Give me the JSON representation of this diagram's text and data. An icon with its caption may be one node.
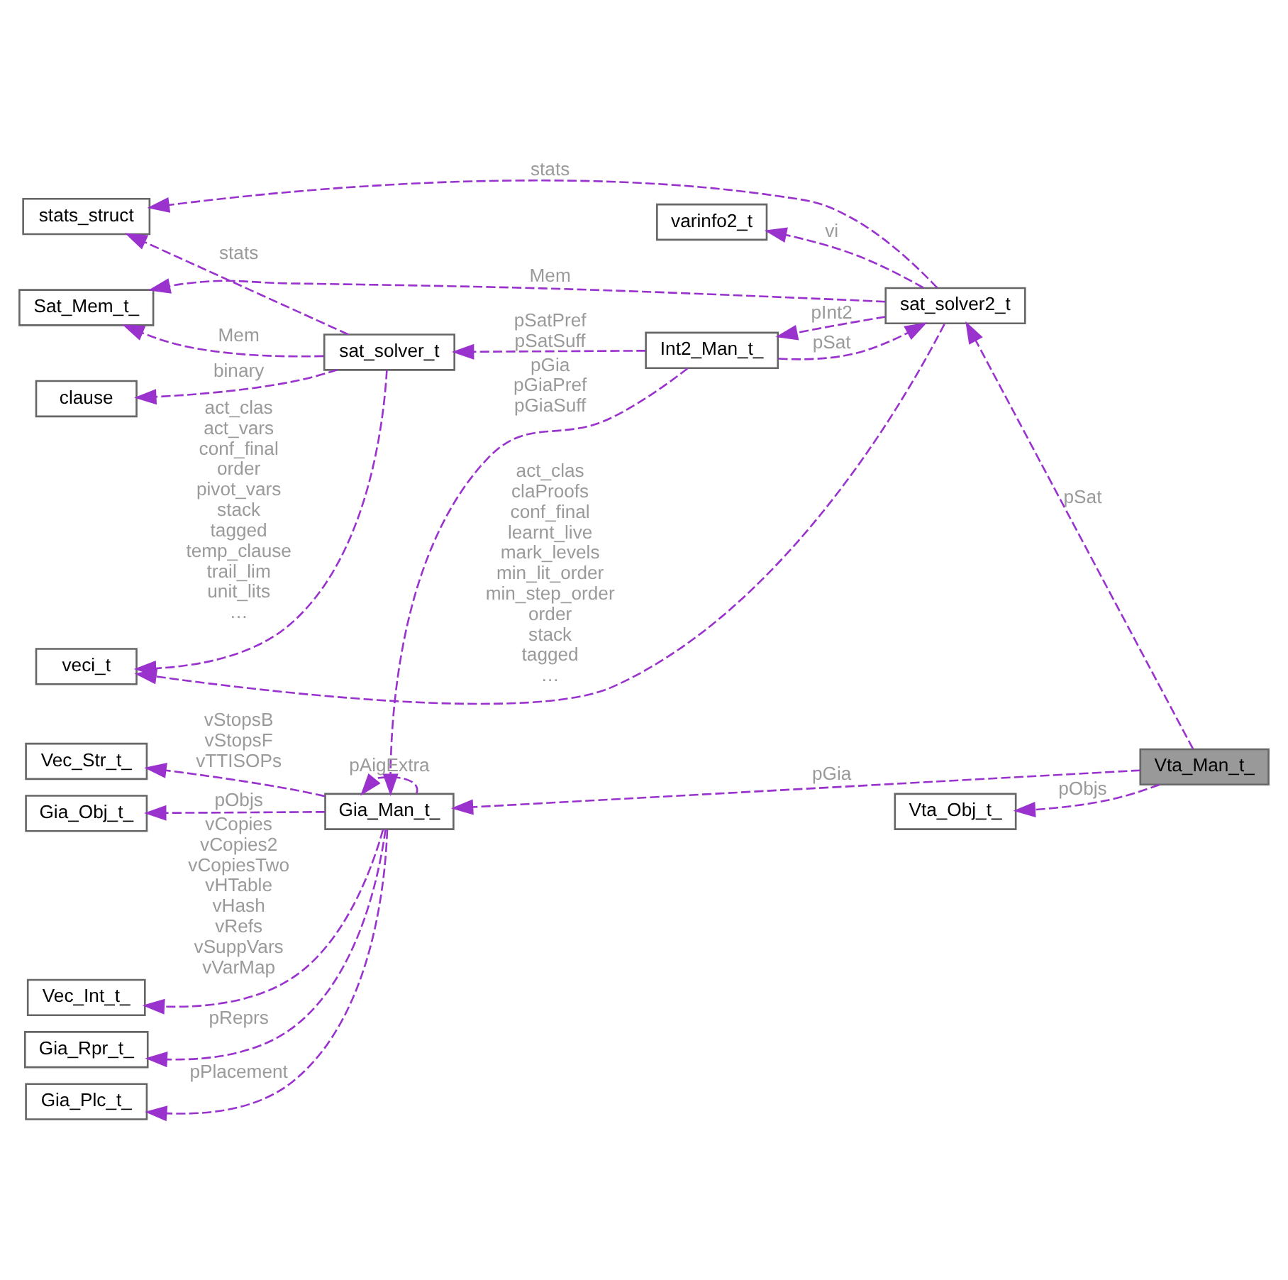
{
  "diagram": {
    "nodes": [
      {
        "text": [
          "varinfo2_t"
        ]
      },
      {
        "text": [
          "veci_t"
        ]
      },
      {
        "text": [
          "Sat_Mem_t_"
        ]
      },
      {
        "text": [
          "clause"
        ]
      },
      {
        "text": [
          "sat_solver_t"
        ]
      },
      {
        "text": [
          "Int2_Man_t_"
        ]
      },
      {
        "text": [
          "sat_solver2_t"
        ]
      },
      {
        "text": [
          "stats_struct"
        ]
      },
      {
        "text": [
          "Vec_Int_t_"
        ]
      },
      {
        "text": [
          "Gia_Man_t_"
        ]
      },
      {
        "text": [
          "Gia_Rpr_t_"
        ]
      },
      {
        "text": [
          "Vta_Man_t_"
        ]
      },
      {
        "text": [
          "Gia_Plc_t_"
        ]
      },
      {
        "text": [
          "Vta_Obj_t_"
        ]
      },
      {
        "text": [
          "Vec_Str_t_"
        ]
      },
      {
        "text": [
          "Gia_Obj_t_"
        ]
      }
    ],
    "edges": [
      {
        "from": 6,
        "to": 0,
        "arrow": "to",
        "label": "vi",
        "style": "dashed"
      },
      {
        "from": 6,
        "to": 1,
        "arrow": "to",
        "label": "act_clas claProofs conf_final learnt_live mark_levels min_lit_order min_step_order order stack tagged …",
        "style": "dashed"
      },
      {
        "from": 4,
        "to": 1,
        "arrow": "to",
        "label": "act_clas act_vars conf_final order pivot_vars stack tagged temp_clause trail_lim unit_lits …",
        "style": "dashed"
      },
      {
        "from": 6,
        "to": 2,
        "arrow": "to",
        "label": "Mem",
        "style": "dashed"
      },
      {
        "from": 4,
        "to": 2,
        "arrow": "to",
        "label": "Mem",
        "style": "dashed"
      },
      {
        "from": 4,
        "to": 3,
        "arrow": "to",
        "label": "binary",
        "style": "dashed"
      },
      {
        "from": 4,
        "to": 7,
        "arrow": "to",
        "label": "stats",
        "style": "dashed"
      },
      {
        "from": 5,
        "to": 4,
        "arrow": "to",
        "label": "pSatPref pSatSuff",
        "style": "dashed"
      },
      {
        "from": 6,
        "to": 5,
        "arrow": "to",
        "label": "pInt2",
        "style": "dashed"
      },
      {
        "from": 5,
        "to": 6,
        "arrow": "to",
        "label": "pSat",
        "style": "dashed"
      },
      {
        "from": 6,
        "to": 7,
        "arrow": "to",
        "label": "stats",
        "style": "dashed"
      },
      {
        "from": 11,
        "to": 6,
        "arrow": "to",
        "label": "pSat",
        "style": "dashed"
      },
      {
        "from": 5,
        "to": 9,
        "arrow": "to",
        "label": "pGia pGiaPref pGiaSuff",
        "style": "dashed"
      },
      {
        "from": 9,
        "to": 8,
        "arrow": "to",
        "label": "vCopies vCopies2 vCopiesTwo vHTable vHash vRefs vSuppVars vVarMap",
        "style": "dashed"
      },
      {
        "from": 9,
        "to": 9,
        "arrow": "to",
        "label": "pAigExtra",
        "style": "dashed"
      },
      {
        "from": 9,
        "to": 10,
        "arrow": "to",
        "label": "pReprs",
        "style": "dashed"
      },
      {
        "from": 9,
        "to": 12,
        "arrow": "to",
        "label": "pPlacement",
        "style": "dashed"
      },
      {
        "from": 9,
        "to": 14,
        "arrow": "to",
        "label": "vStopsB vStopsF vTTISOPs",
        "style": "dashed"
      },
      {
        "from": 9,
        "to": 15,
        "arrow": "to",
        "label": "pObjs",
        "style": "dashed"
      },
      {
        "from": 11,
        "to": 9,
        "arrow": "to",
        "label": "pGia",
        "style": "dashed"
      },
      {
        "from": 11,
        "to": 13,
        "arrow": "to",
        "label": "pObjs",
        "style": "dashed"
      }
    ]
  }
}
